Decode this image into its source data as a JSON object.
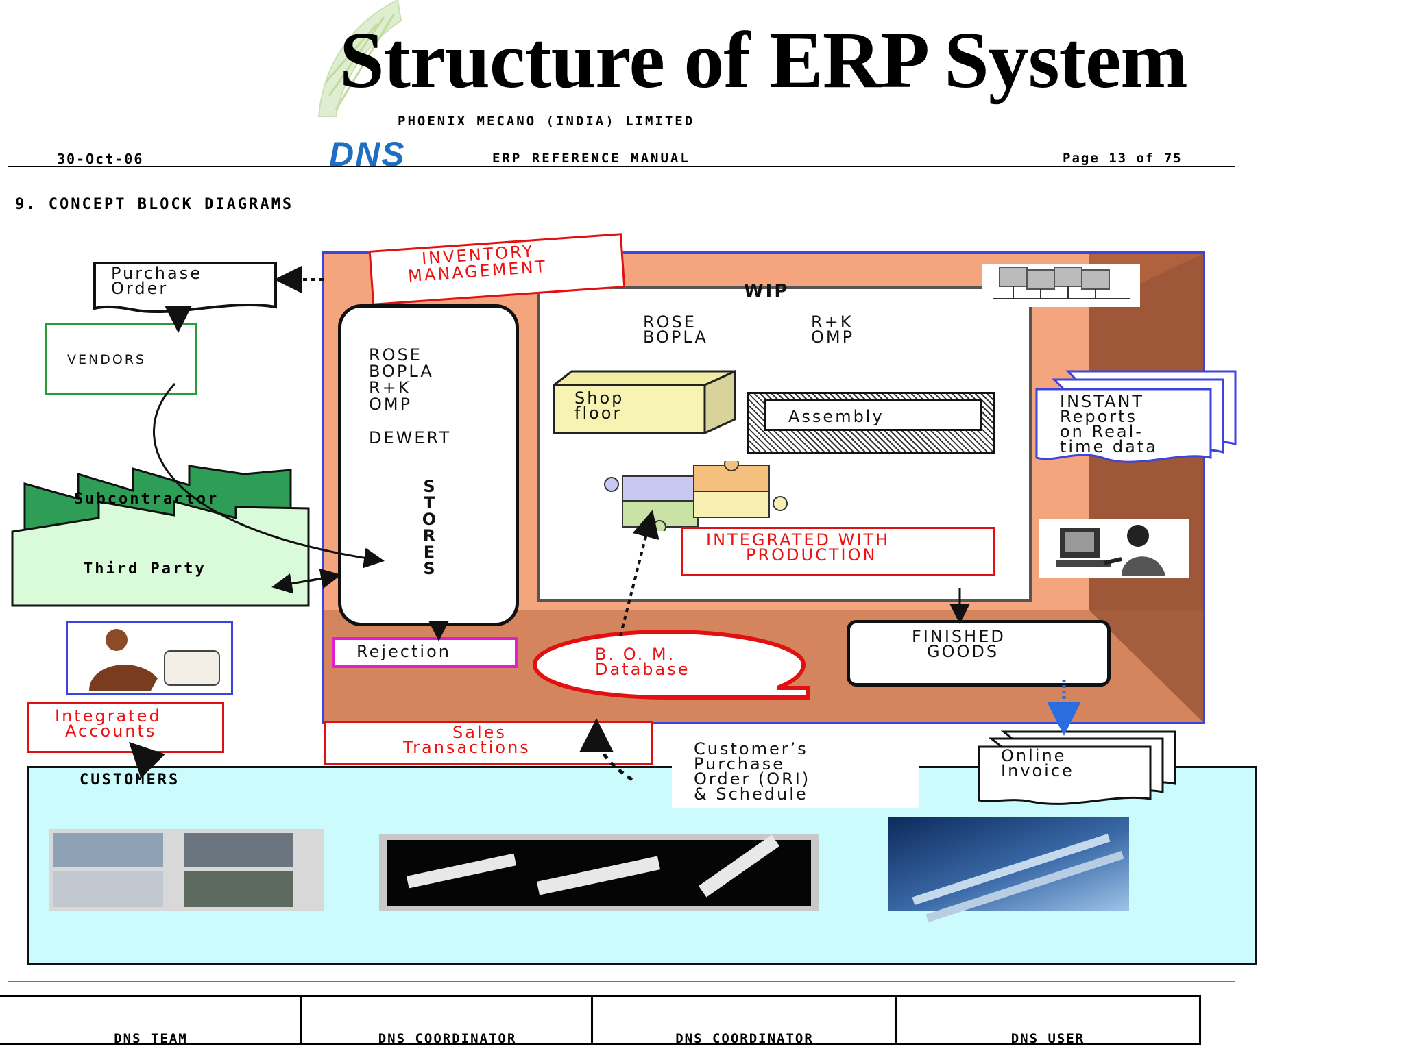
{
  "title": "Structure of ERP System",
  "header": {
    "company": "PHOENIX MECANO (INDIA) LIMITED",
    "date": "30-Oct-06",
    "logo": "DNS",
    "manual": "ERP REFERENCE MANUAL",
    "page": "Page 13 of 75"
  },
  "section_title": "9.   CONCEPT BLOCK DIAGRAMS",
  "diagram": {
    "purchase_order": [
      "Purchase",
      "Order"
    ],
    "vendors": "VENDORS",
    "subcontractor": "Subcontractor",
    "third_party": "Third Party",
    "inventory_management": [
      "INVENTORY",
      "MANAGEMENT"
    ],
    "stores_list": [
      "ROSE",
      "BOPLA",
      "R+K",
      "OMP"
    ],
    "dewert": "DEWERT",
    "stores_vertical": "STORES",
    "wip": "WIP",
    "wip_left": [
      "ROSE",
      "BOPLA"
    ],
    "wip_right": [
      "R+K",
      "OMP"
    ],
    "shop_floor": [
      "Shop",
      "floor"
    ],
    "assembly": "Assembly",
    "integrated_production": [
      "INTEGRATED WITH",
      "PRODUCTION"
    ],
    "instant_reports": [
      "INSTANT",
      "Reports",
      "on Real-",
      "time data"
    ],
    "rejection": "Rejection",
    "bom": [
      "B. O. M.",
      "Database"
    ],
    "finished_goods": [
      "FINISHED",
      "GOODS"
    ],
    "integrated_accounts": [
      "Integrated",
      "Accounts"
    ],
    "sales_transactions": [
      "Sales",
      "Transactions"
    ],
    "customer_po": [
      "Customer’s",
      "Purchase",
      "Order (ORI)",
      "& Schedule"
    ],
    "online_invoice": [
      "Online",
      "Invoice"
    ],
    "customers": "CUSTOMERS"
  },
  "signatures": [
    "DNS TEAM",
    "DNS COORDINATOR",
    "DNS COORDINATOR",
    "DNS USER"
  ],
  "colors": {
    "orange_box": "#f4a57e",
    "customers_bg": "#ccfbfd",
    "green_building": "#2e9e57",
    "third_party_bg": "#d9fbd9",
    "red": "#e11111",
    "blue_border": "#3b43e0",
    "dns_blue": "#1d6fc4"
  }
}
